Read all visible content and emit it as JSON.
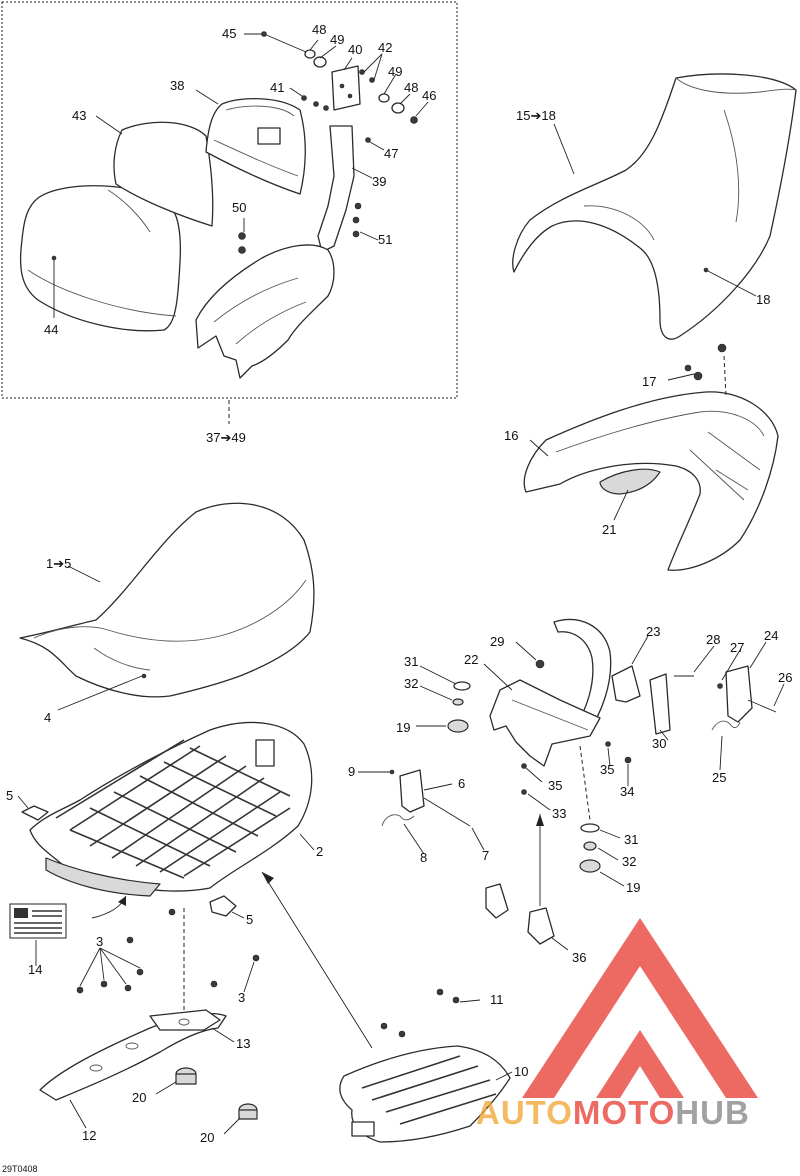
{
  "callouts": [
    {
      "id": "c45",
      "text": "45"
    },
    {
      "id": "c48a",
      "text": "48"
    },
    {
      "id": "c49a",
      "text": "49"
    },
    {
      "id": "c40",
      "text": "40"
    },
    {
      "id": "c42",
      "text": "42"
    },
    {
      "id": "c49b",
      "text": "49"
    },
    {
      "id": "c48b",
      "text": "48"
    },
    {
      "id": "c46",
      "text": "46"
    },
    {
      "id": "c38",
      "text": "38"
    },
    {
      "id": "c41",
      "text": "41"
    },
    {
      "id": "c43",
      "text": "43"
    },
    {
      "id": "c47",
      "text": "47"
    },
    {
      "id": "c39",
      "text": "39"
    },
    {
      "id": "c50",
      "text": "50"
    },
    {
      "id": "c51",
      "text": "51"
    },
    {
      "id": "c44",
      "text": "44"
    },
    {
      "id": "c3749",
      "text": "37➔49"
    },
    {
      "id": "c1518",
      "text": "15➔18"
    },
    {
      "id": "c18",
      "text": "18"
    },
    {
      "id": "c17",
      "text": "17"
    },
    {
      "id": "c16",
      "text": "16"
    },
    {
      "id": "c21",
      "text": "21"
    },
    {
      "id": "c15",
      "text": "1➔5"
    },
    {
      "id": "c4",
      "text": "4"
    },
    {
      "id": "c29",
      "text": "29"
    },
    {
      "id": "c23",
      "text": "23"
    },
    {
      "id": "c28",
      "text": "28"
    },
    {
      "id": "c27",
      "text": "27"
    },
    {
      "id": "c24",
      "text": "24"
    },
    {
      "id": "c26",
      "text": "26"
    },
    {
      "id": "c31a",
      "text": "31"
    },
    {
      "id": "c22",
      "text": "22"
    },
    {
      "id": "c32a",
      "text": "32"
    },
    {
      "id": "c19a",
      "text": "19"
    },
    {
      "id": "c30",
      "text": "30"
    },
    {
      "id": "c35a",
      "text": "35"
    },
    {
      "id": "c35b",
      "text": "35"
    },
    {
      "id": "c25",
      "text": "25"
    },
    {
      "id": "c34",
      "text": "34"
    },
    {
      "id": "c9",
      "text": "9"
    },
    {
      "id": "c6",
      "text": "6"
    },
    {
      "id": "c33",
      "text": "33"
    },
    {
      "id": "c5a",
      "text": "5"
    },
    {
      "id": "c2",
      "text": "2"
    },
    {
      "id": "c31b",
      "text": "31"
    },
    {
      "id": "c8",
      "text": "8"
    },
    {
      "id": "c7",
      "text": "7"
    },
    {
      "id": "c32b",
      "text": "32"
    },
    {
      "id": "c19b",
      "text": "19"
    },
    {
      "id": "c5b",
      "text": "5"
    },
    {
      "id": "c14",
      "text": "14"
    },
    {
      "id": "c3a",
      "text": "3"
    },
    {
      "id": "c3b",
      "text": "3"
    },
    {
      "id": "c36",
      "text": "36"
    },
    {
      "id": "c11",
      "text": "11"
    },
    {
      "id": "c13",
      "text": "13"
    },
    {
      "id": "c10",
      "text": "10"
    },
    {
      "id": "c20a",
      "text": "20"
    },
    {
      "id": "c12",
      "text": "12"
    },
    {
      "id": "c20b",
      "text": "20"
    }
  ],
  "drawing_code": "29T0408",
  "watermark": {
    "text_a": "AUTO",
    "text_b": "MOTO",
    "text_c": "HUB",
    "color_red": "#e8453c",
    "color_orange": "#f2a93b",
    "color_gray": "#8a8a8a"
  }
}
